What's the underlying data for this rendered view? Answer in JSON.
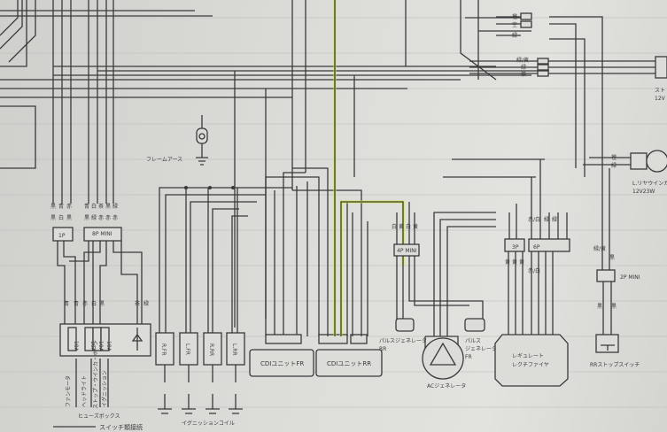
{
  "diagram": {
    "frame_earth": "フレームアース",
    "fuse_box": {
      "label": "ヒューズボックス",
      "fuses": [
        {
          "rating": "10A",
          "circuit": "ファンモータ"
        },
        {
          "rating": "10A",
          "circuit": "ヘッドライト"
        },
        {
          "rating": "10A",
          "circuit": "ストップ・ウインカ・ホーン"
        },
        {
          "rating": "10A",
          "circuit": "イグニッション"
        }
      ]
    },
    "ignition_coil": {
      "label": "イグニッションコイル",
      "coils": [
        "R.FR",
        "L.FR",
        "R.RR",
        "L.RR"
      ]
    },
    "cdi_fr": "CDIユニットFR",
    "cdi_rr": "CDIユニットRR",
    "pulse_gen_rr": [
      "パルスジェネレータ",
      "RR"
    ],
    "pulse_gen_fr": [
      "パルス",
      "ジェネレータ",
      "FR"
    ],
    "ac_generator": "ACジェネレータ",
    "regulator": [
      "レギュレート",
      "レクチファイヤ"
    ],
    "rr_stop_switch": "RRストップスイッチ",
    "rear_winker": [
      "L.リヤウインカ",
      "12V23W"
    ],
    "stop_lamp": [
      "スト",
      "12V"
    ],
    "bottom_caption": "スイッチ類接続",
    "connectors": {
      "c1p": "1P",
      "c8p": "8P MINI",
      "c4p": "4P MINI",
      "c3p": "3P",
      "c6p": "6P",
      "c2p": "2P MINI"
    },
    "wire_colors": {
      "top_right": [
        "橙",
        "空",
        "緑",
        "緑/黄",
        "緑",
        "茶"
      ],
      "fuse_top": [
        "黒",
        "青",
        "赤",
        "青",
        "白",
        "茶",
        "黒",
        "緑"
      ],
      "fuse_mid": [
        "黒",
        "白",
        "黒",
        "黒",
        "緑",
        "赤",
        "赤",
        "赤"
      ],
      "fuse_bottom": [
        "青",
        "青",
        "赤",
        "白",
        "黒",
        "茶",
        "緑"
      ],
      "connector_4p": [
        "白",
        "黄",
        "白",
        "黄"
      ],
      "connector_3p": [
        "黄",
        "黄",
        "黄"
      ],
      "connector_6p": [
        "赤/白",
        "赤/白",
        "緑",
        "緑"
      ],
      "connector_2p": [
        "緑/黄",
        "黒",
        "黒",
        "黒"
      ],
      "winker": [
        "橙",
        "緑"
      ]
    },
    "highlight_color": "#d6e83a"
  }
}
